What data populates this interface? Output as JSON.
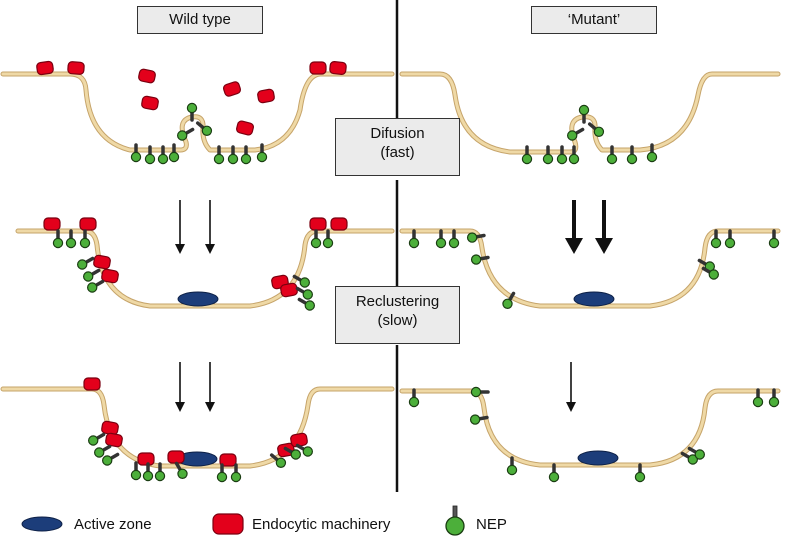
{
  "columns": {
    "wild_type": "Wild type",
    "mutant": "‘Mutant’"
  },
  "steps": {
    "diffusion": {
      "line1": "Difusion",
      "line2": "(fast)"
    },
    "reclustering": {
      "line1": "Reclustering",
      "line2": "(slow)"
    }
  },
  "legend": {
    "active_zone": "Active zone",
    "endocytic_machinery": "Endocytic machinery",
    "nep": "NEP"
  },
  "colors": {
    "membrane": "#efd9a6",
    "membrane_edge": "#c6a46a",
    "active_zone": "#1c3d7a",
    "endocytic": "#e3001b",
    "nep_ball": "#4caf3a",
    "nep_stalk": "#555555"
  },
  "icons": {
    "arrow": "down-arrow-icon",
    "nep": "nep-protein-icon",
    "endocytic": "endocytic-machinery-icon",
    "active_zone": "active-zone-icon"
  }
}
